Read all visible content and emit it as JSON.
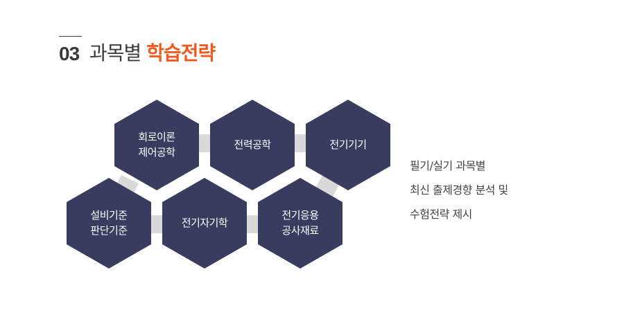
{
  "heading": {
    "number": "03",
    "title_plain": "과목별",
    "title_accent": "학습전략"
  },
  "colors": {
    "hex_fill": "#383c5f",
    "connector": "#d9d9d9",
    "accent": "#f05a1e",
    "text": "#3a3a3a"
  },
  "hexagons": [
    {
      "lines": [
        "회로이론",
        "제어공학"
      ]
    },
    {
      "lines": [
        "전력공학"
      ]
    },
    {
      "lines": [
        "전기기기"
      ]
    },
    {
      "lines": [
        "설비기준",
        "판단기준"
      ]
    },
    {
      "lines": [
        "전기자기학"
      ]
    },
    {
      "lines": [
        "전기응용",
        "공사재료"
      ]
    }
  ],
  "side_text": {
    "lines": [
      "필기/실기 과목별",
      "최신 출제경향 분석 및",
      "수험전략 제시"
    ]
  }
}
